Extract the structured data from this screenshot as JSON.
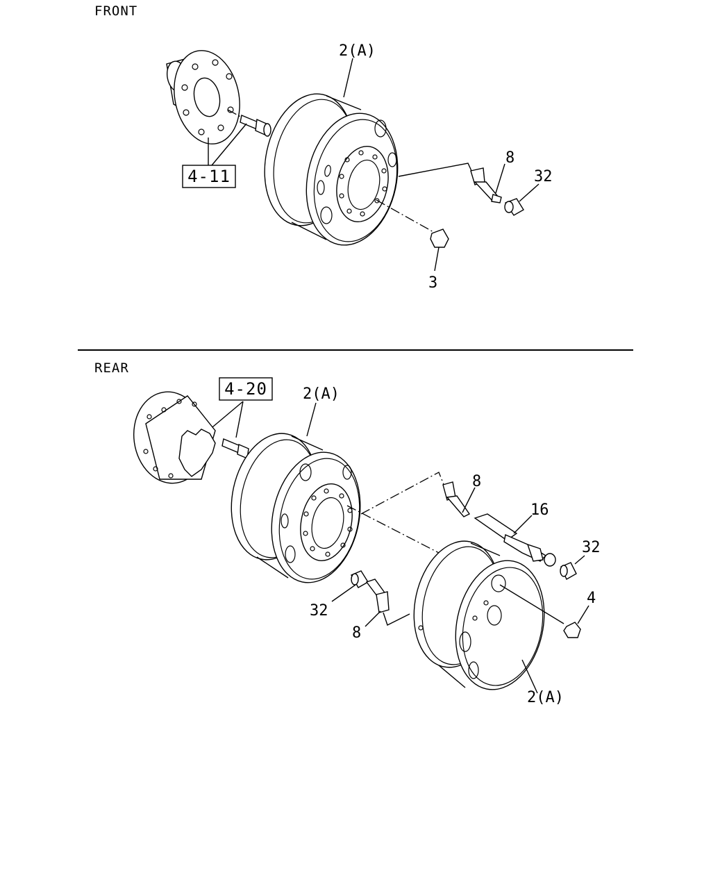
{
  "sections": {
    "front": "FRONT",
    "rear": "REAR"
  },
  "callouts": {
    "front_rim": "2(A)",
    "front_valve": "8",
    "front_cap": "32",
    "front_nut": "3",
    "front_ref": "4-11",
    "rear_ref": "4-20",
    "rear_rim_inner": "2(A)",
    "rear_valve_upper": "8",
    "rear_extension": "16",
    "rear_cap_right": "32",
    "rear_nut": "4",
    "rear_cap_left": "32",
    "rear_valve_lower": "8",
    "rear_rim_outer": "2(A)"
  }
}
